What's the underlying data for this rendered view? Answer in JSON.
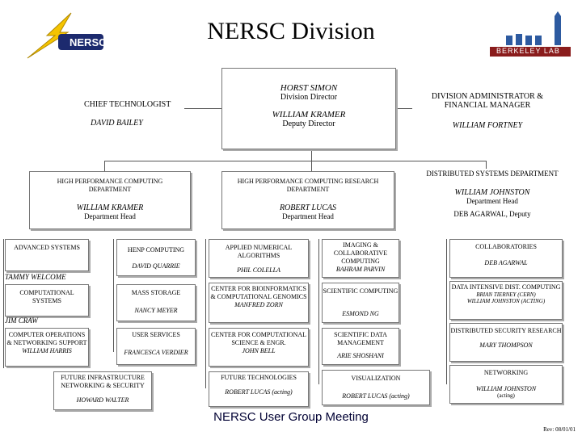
{
  "title": "NERSC Division",
  "logo_text": "NERSC",
  "berkeley_text": "BERKELEY LAB",
  "footer": "NERSC User Group Meeting",
  "revision": "Rev: 08/01/01",
  "top": {
    "director_name": "HORST SIMON",
    "director_title": "Division Director",
    "deputy_name": "WILLIAM KRAMER",
    "deputy_title": "Deputy Director",
    "chief_title": "CHIEF TECHNOLOGIST",
    "chief_name": "DAVID BAILEY",
    "admin_title": "DIVISION ADMINISTRATOR & FINANCIAL MANAGER",
    "admin_name": "WILLIAM FORTNEY"
  },
  "departments": {
    "hpc": {
      "title": "HIGH PERFORMANCE COMPUTING DEPARTMENT",
      "name": "WILLIAM KRAMER",
      "role": "Department Head"
    },
    "hpcr": {
      "title": "HIGH PERFORMANCE COMPUTING RESEARCH DEPARTMENT",
      "name": "ROBERT LUCAS",
      "role": "Department Head"
    },
    "dsd": {
      "title": "DISTRIBUTED SYSTEMS DEPARTMENT",
      "name": "WILLIAM JOHNSTON",
      "role": "Department Head",
      "deputy": "DEB AGARWAL, Deputy"
    }
  },
  "groups": {
    "adv_sys": {
      "title": "ADVANCED SYSTEMS",
      "name": "TAMMY WELCOME"
    },
    "comp_sys": {
      "title": "COMPUTATIONAL SYSTEMS",
      "name": "JIM CRAW"
    },
    "comp_ops": {
      "title": "COMPUTER OPERATIONS & NETWORKING SUPPORT",
      "name": "WILLIAM HARRIS"
    },
    "hensp": {
      "title": "HENP COMPUTING",
      "name": "DAVID QUARRIE"
    },
    "mass": {
      "title": "MASS STORAGE",
      "name": "NANCY MEYER"
    },
    "user": {
      "title": "USER SERVICES",
      "name": "FRANCESCA VERDIER"
    },
    "future_infra": {
      "title": "FUTURE INFRASTRUCTURE NETWORKING & SECURITY",
      "name": "HOWARD WALTER"
    },
    "anag": {
      "title": "APPLIED NUMERICAL ALGORITHMS",
      "name": "PHIL COLELLA"
    },
    "cbcg": {
      "title": "CENTER FOR BIOINFORMATICS & COMPUTATIONAL GENOMICS",
      "name": "MANFRED ZORN"
    },
    "ccse": {
      "title": "CENTER FOR COMPUTATIONAL SCIENCE & ENGR.",
      "name": "JOHN BELL"
    },
    "future_tech": {
      "title": "FUTURE TECHNOLOGIES",
      "name": "ROBERT LUCAS (acting)"
    },
    "imaging": {
      "title": "IMAGING & COLLABORATIVE COMPUTING",
      "name": "BAHRAM PARVIN"
    },
    "scicomp": {
      "title": "SCIENTIFIC COMPUTING",
      "name": "ESMOND NG"
    },
    "sdm": {
      "title": "SCIENTIFIC DATA MANAGEMENT",
      "name": "ARIE SHOSHANI"
    },
    "vis": {
      "title": "VISUALIZATION",
      "name": "ROBERT LUCAS (acting)"
    },
    "collab": {
      "title": "COLLABORATORIES",
      "name": "DEB AGARWAL"
    },
    "did": {
      "title": "DATA INTENSIVE DIST. COMPUTING",
      "name": "BRIAN TIERNEY (CERN)",
      "name2": "WILLIAM JOHNSTON (acting)"
    },
    "dsr": {
      "title": "DISTRIBUTED SECURITY RESEARCH",
      "name": "MARY THOMPSON"
    },
    "net": {
      "title": "NETWORKING",
      "name": "WILLIAM JOHNSTON",
      "name2": "(acting)"
    }
  }
}
